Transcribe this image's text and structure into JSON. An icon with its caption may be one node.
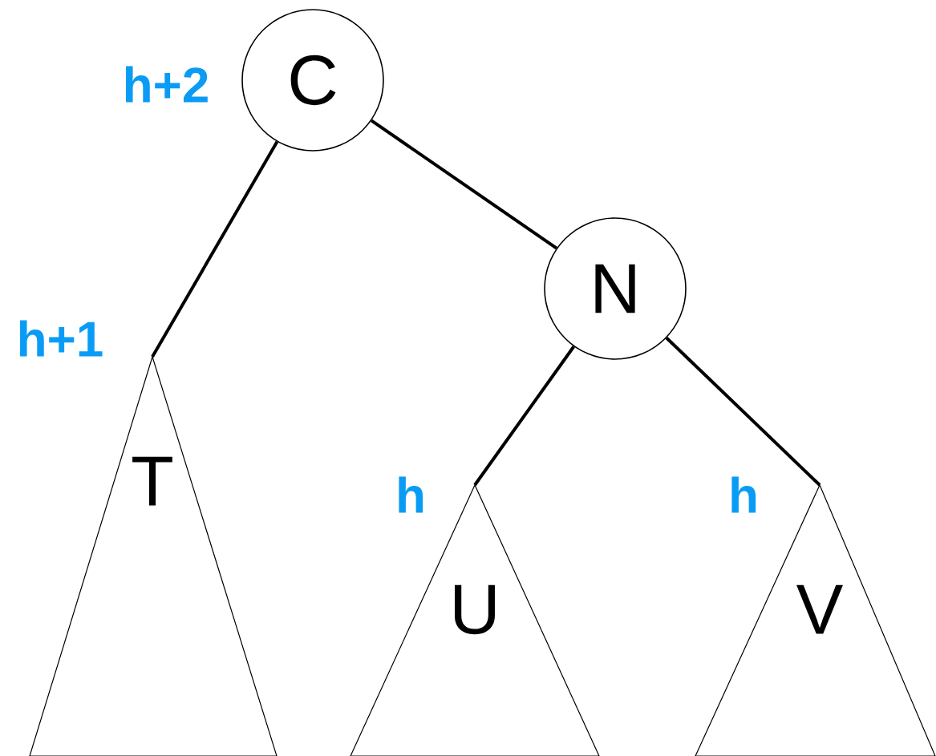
{
  "diagram": {
    "nodes": [
      {
        "text": [
          "C"
        ],
        "beside": [
          "h+2"
        ]
      },
      {
        "text": [
          "N"
        ]
      },
      {
        "text": [
          "T"
        ],
        "beside": [
          "h+1"
        ]
      },
      {
        "text": [
          "U"
        ],
        "beside": [
          "h"
        ]
      },
      {
        "text": [
          "V"
        ],
        "beside": [
          "h"
        ]
      }
    ],
    "edges": [
      {
        "from": 0,
        "to": 2,
        "arrow": "none"
      },
      {
        "from": 0,
        "to": 1,
        "arrow": "none"
      },
      {
        "from": 1,
        "to": 3,
        "arrow": "none"
      },
      {
        "from": 1,
        "to": 4,
        "arrow": "none"
      }
    ]
  }
}
